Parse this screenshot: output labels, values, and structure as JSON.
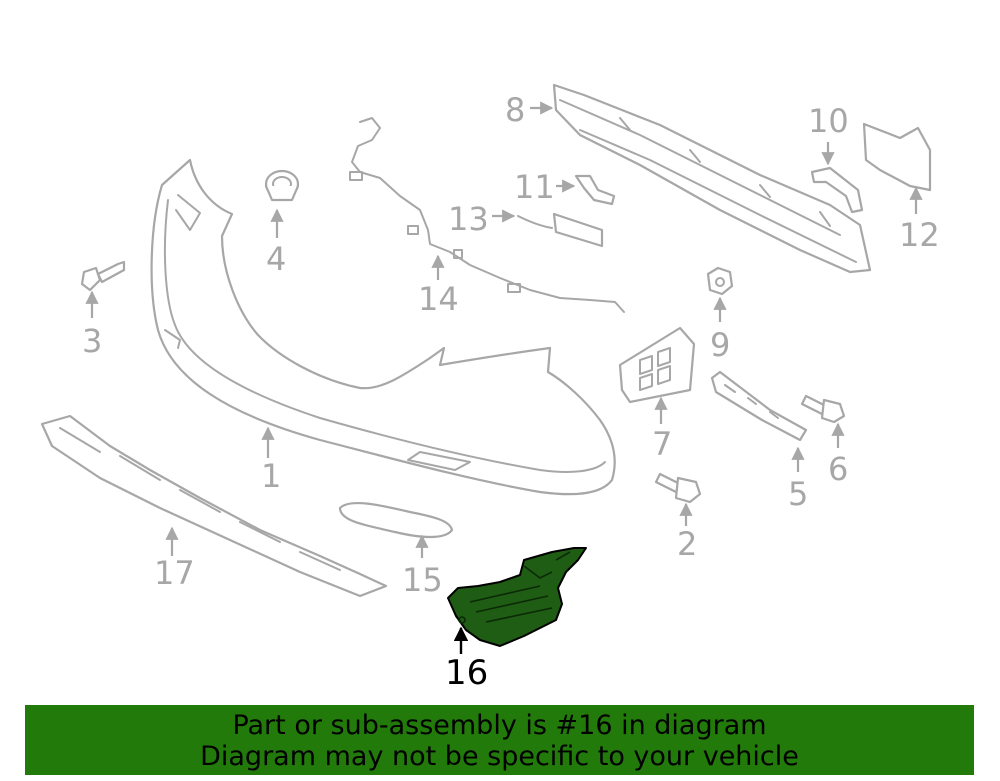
{
  "callouts": {
    "c1": "1",
    "c2": "2",
    "c3": "3",
    "c4": "4",
    "c5": "5",
    "c6": "6",
    "c7": "7",
    "c8": "8",
    "c9": "9",
    "c10": "10",
    "c11": "11",
    "c12": "12",
    "c13": "13",
    "c14": "14",
    "c15": "15",
    "c16": "16",
    "c17": "17"
  },
  "highlighted_part": "16",
  "colors": {
    "part_outline": "#a7a7a7",
    "highlight_fill": "#1f5c14",
    "banner_background": "#217a0a"
  },
  "banner": {
    "line1": "Part or sub-assembly is #16 in diagram",
    "line2": "Diagram may not be specific to your vehicle"
  }
}
